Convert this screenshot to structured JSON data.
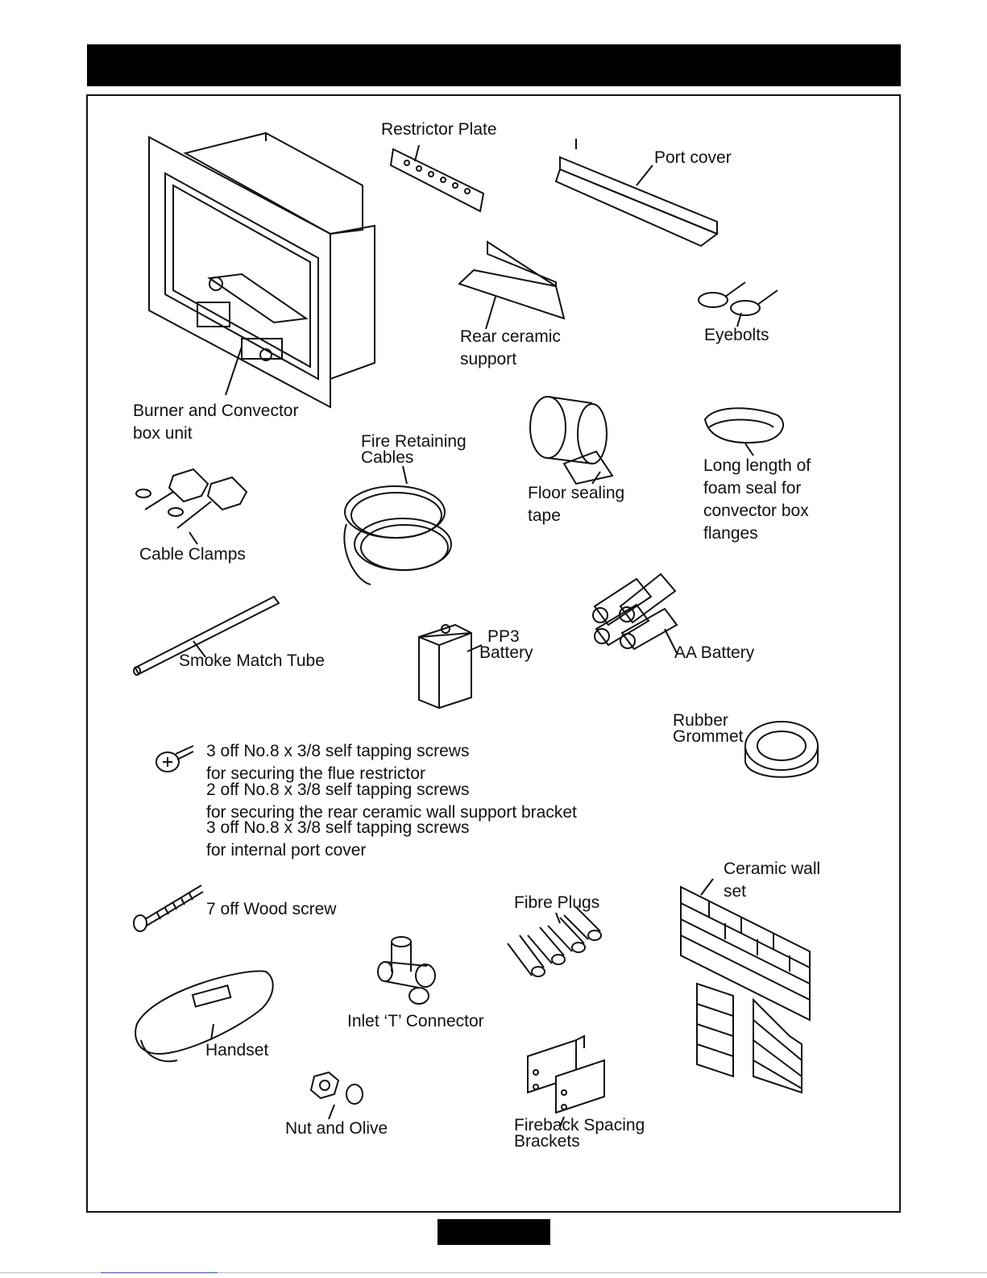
{
  "parts": {
    "restrictor_plate": "Restrictor Plate",
    "port_cover": "Port cover",
    "burner_box": [
      "Burner and Convector",
      "box unit"
    ],
    "rear_ceramic_support": [
      "Rear ceramic",
      "support"
    ],
    "eyebolts": "Eyebolts",
    "fire_retaining_cables": [
      "Fire Retaining",
      "Cables"
    ],
    "floor_sealing_tape": [
      "Floor sealing",
      "tape"
    ],
    "foam_seal": [
      "Long length of",
      "foam seal for",
      "convector box",
      "flanges"
    ],
    "cable_clamps": "Cable Clamps",
    "smoke_match_tube": "Smoke Match Tube",
    "pp3_battery": [
      "PP3",
      "Battery"
    ],
    "aa_battery": "AA Battery",
    "rubber_grommet": [
      "Rubber",
      "Grommet"
    ],
    "screws": [
      "3 off No.8 x 3/8 self tapping screws",
      "for securing the flue restrictor",
      "2 off No.8 x 3/8 self tapping screws",
      "for securing the rear ceramic wall support bracket",
      "3 off No.8 x 3/8 self tapping screws",
      "for internal port cover"
    ],
    "wood_screw": "7 off Wood screw",
    "fibre_plugs": "Fibre Plugs",
    "ceramic_wall_set": [
      "Ceramic wall",
      "set"
    ],
    "handset": "Handset",
    "inlet_t_connector": "Inlet ‘T’ Connector",
    "nut_and_olive": "Nut and Olive",
    "fireback_brackets": [
      "Fireback Spacing",
      "Brackets"
    ]
  }
}
